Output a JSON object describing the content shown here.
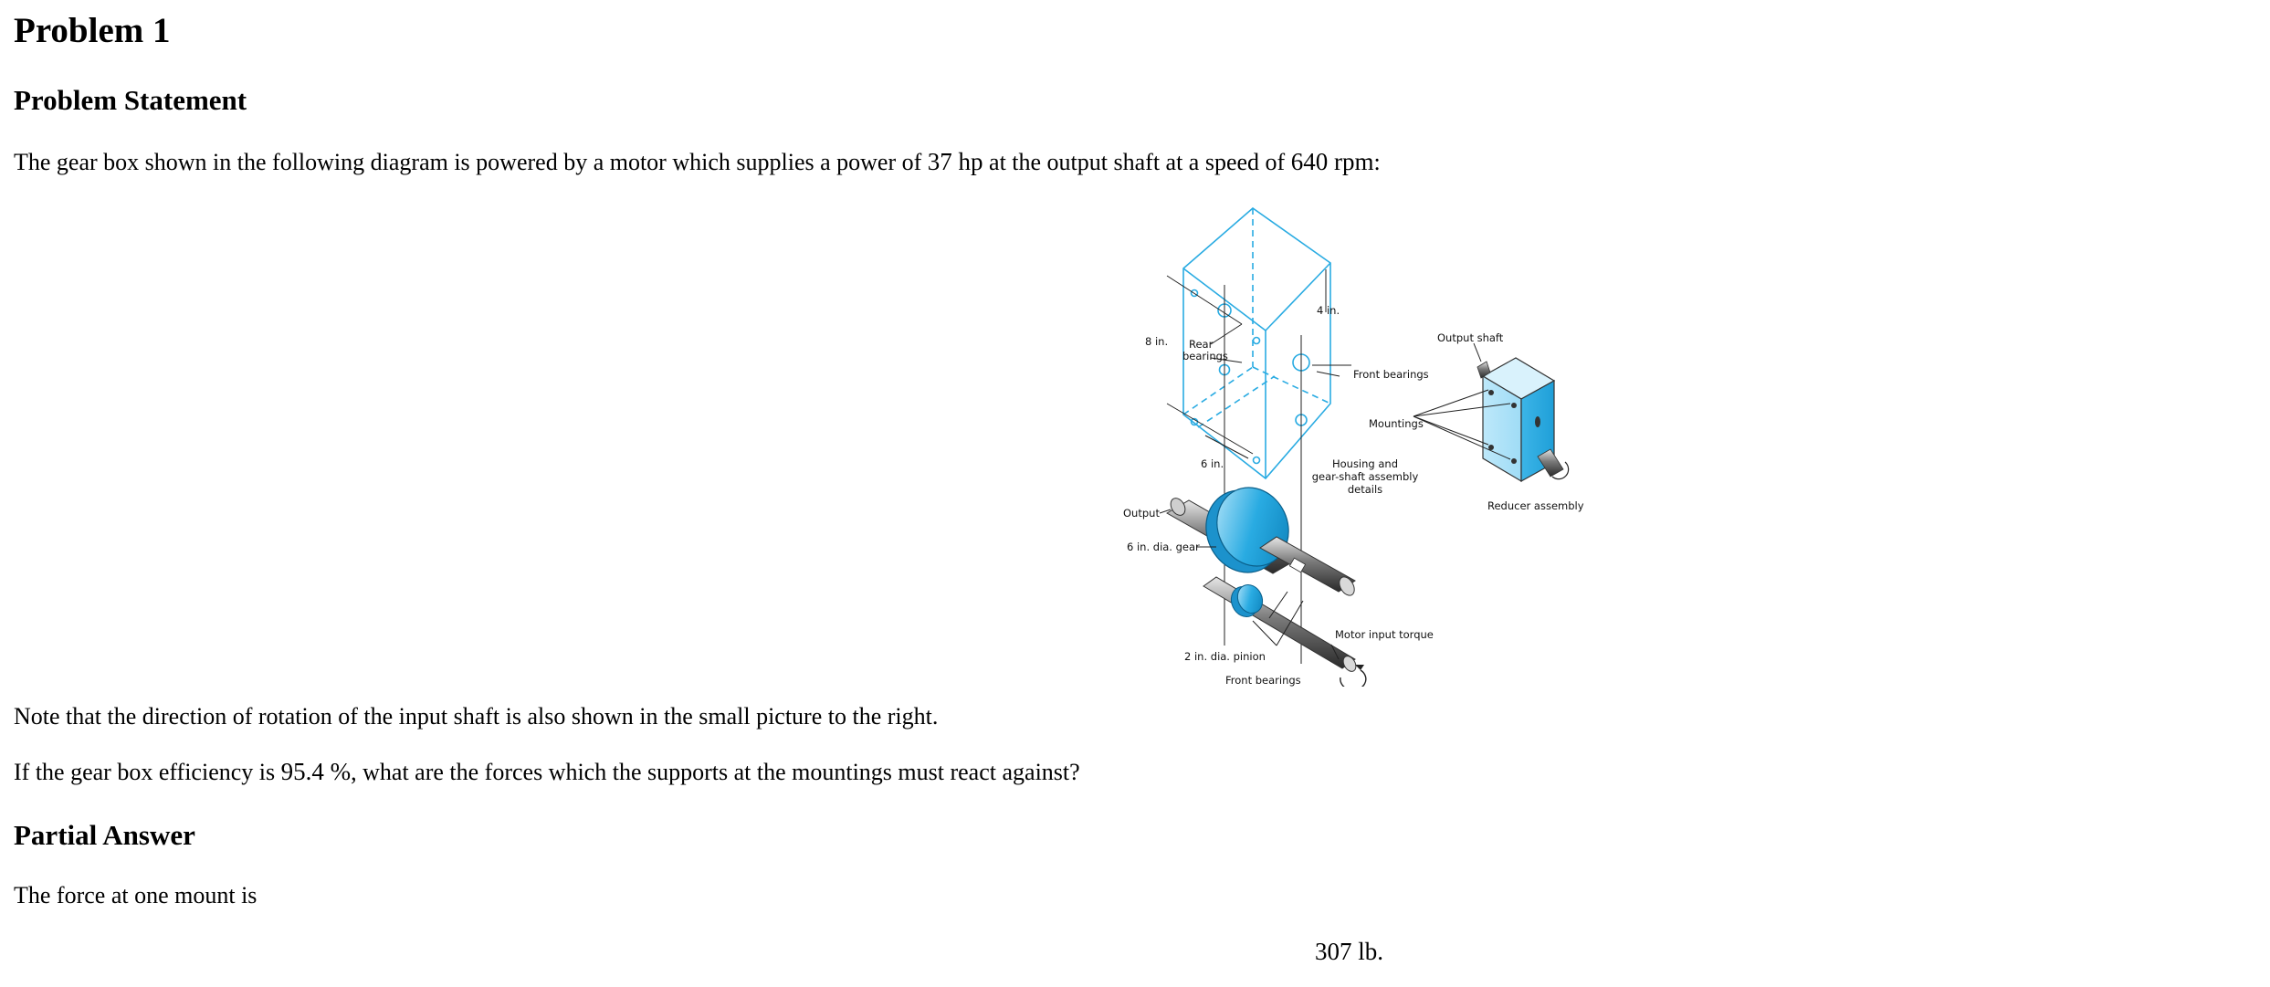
{
  "title": "Problem 1",
  "statement_heading": "Problem Statement",
  "statement": {
    "prefix": "The gear box shown in the following diagram is powered by a motor which supplies a power of ",
    "power_value": "37",
    "power_unit": " hp",
    "middle": " at the output shaft at a speed of ",
    "speed_value": "640",
    "speed_unit": " rpm",
    "suffix": ":"
  },
  "figure": {
    "label_4in": "4 in.",
    "label_8in": "8 in.",
    "label_rear": "Rear",
    "label_bearings": "bearings",
    "label_6in": "6 in.",
    "label_output_shaft": "Output shaft",
    "label_front_bearings_top": "Front bearings",
    "label_mountings": "Mountings",
    "label_housing_1": "Housing and",
    "label_housing_2": "gear-shaft assembly",
    "label_housing_3": "details",
    "label_reducer": "Reducer assembly",
    "label_output": "Output",
    "label_gear": "6 in. dia. gear",
    "label_motor": "Motor input torque",
    "label_pinion": "2 in. dia. pinion",
    "label_front_bearings_bottom": "Front bearings",
    "color_blue": "#29abe2",
    "color_light_blue": "#8fd6f5"
  },
  "note": "Note that the direction of rotation of the input shaft is also shown in the small picture to the right.",
  "question": {
    "prefix": "If the gear box efficiency is ",
    "efficiency_value": "95.4",
    "efficiency_unit": " %",
    "suffix": ", what are the forces which the supports at the mountings must react against?"
  },
  "answer_heading": "Partial Answer",
  "answer_text": "The force at one mount is",
  "answer_value": "307 lb."
}
